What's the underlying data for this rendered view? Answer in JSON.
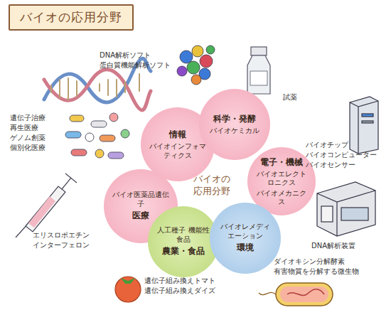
{
  "diagram": {
    "title": "バイオの応用分野",
    "nodes": [
      {
        "text": [
          "情報",
          "バイオインフォマティクス"
        ]
      },
      {
        "text": [
          "科学・発酵",
          "バイオケミカル"
        ]
      },
      {
        "text": [
          "電子・機械",
          "バイオエレクトロニクス",
          "バイオメカニクス"
        ]
      },
      {
        "text": [
          "バイオ医薬品遺伝子",
          "医療"
        ]
      },
      {
        "text": [
          "人工種子 機能性食品",
          "農業・食品"
        ]
      },
      {
        "text": [
          "バイオレメディエーション",
          "環境"
        ]
      }
    ],
    "labels": [
      "バイオの 応用分野",
      "DNA解析ソフト",
      "蛋白質機能解析ソフト",
      "試薬",
      "バイオチップ",
      "バイオコンピューター",
      "バイオセンサー",
      "DNA解析装置",
      "ダイオキシン分解酵素",
      "有害物質を分解する微生物",
      "遺伝子組み換えトマト",
      "遺伝子組み換えダイズ",
      "エリスロポエチン",
      "インターフェロン",
      "遺伝子治療",
      "再生医療",
      "ゲノム創薬",
      "個別化医療"
    ]
  }
}
